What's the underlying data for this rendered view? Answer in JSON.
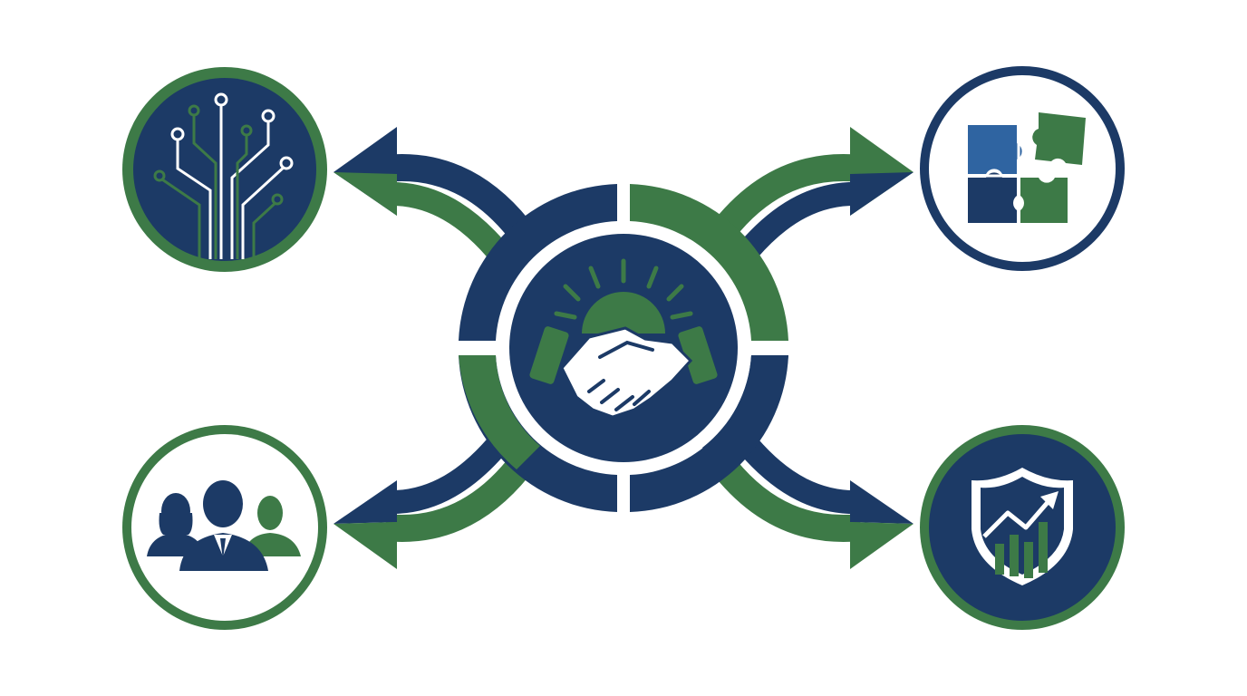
{
  "colors": {
    "navy": "#1c3a66",
    "green": "#3d7a47",
    "blue": "#2f64a1",
    "white": "#ffffff"
  },
  "center": {
    "icon": "handshake-icon",
    "ring_segments": [
      "navy",
      "green",
      "navy",
      "green"
    ]
  },
  "nodes": [
    {
      "id": "top-left",
      "icon": "circuit-tree-icon",
      "fill": "navy",
      "ring": "green"
    },
    {
      "id": "top-right",
      "icon": "puzzle-pieces-icon",
      "fill": "white",
      "ring": "navy"
    },
    {
      "id": "bottom-left",
      "icon": "team-people-icon",
      "fill": "white",
      "ring": "green"
    },
    {
      "id": "bottom-right",
      "icon": "shield-growth-chart-icon",
      "fill": "navy",
      "ring": "green"
    }
  ],
  "arrows": [
    {
      "direction": "top-left",
      "outer": "navy",
      "inner": "green"
    },
    {
      "direction": "top-right",
      "outer": "green",
      "inner": "navy"
    },
    {
      "direction": "bottom-left",
      "outer": "navy",
      "inner": "green"
    },
    {
      "direction": "bottom-right",
      "outer": "navy",
      "inner": "green"
    }
  ]
}
